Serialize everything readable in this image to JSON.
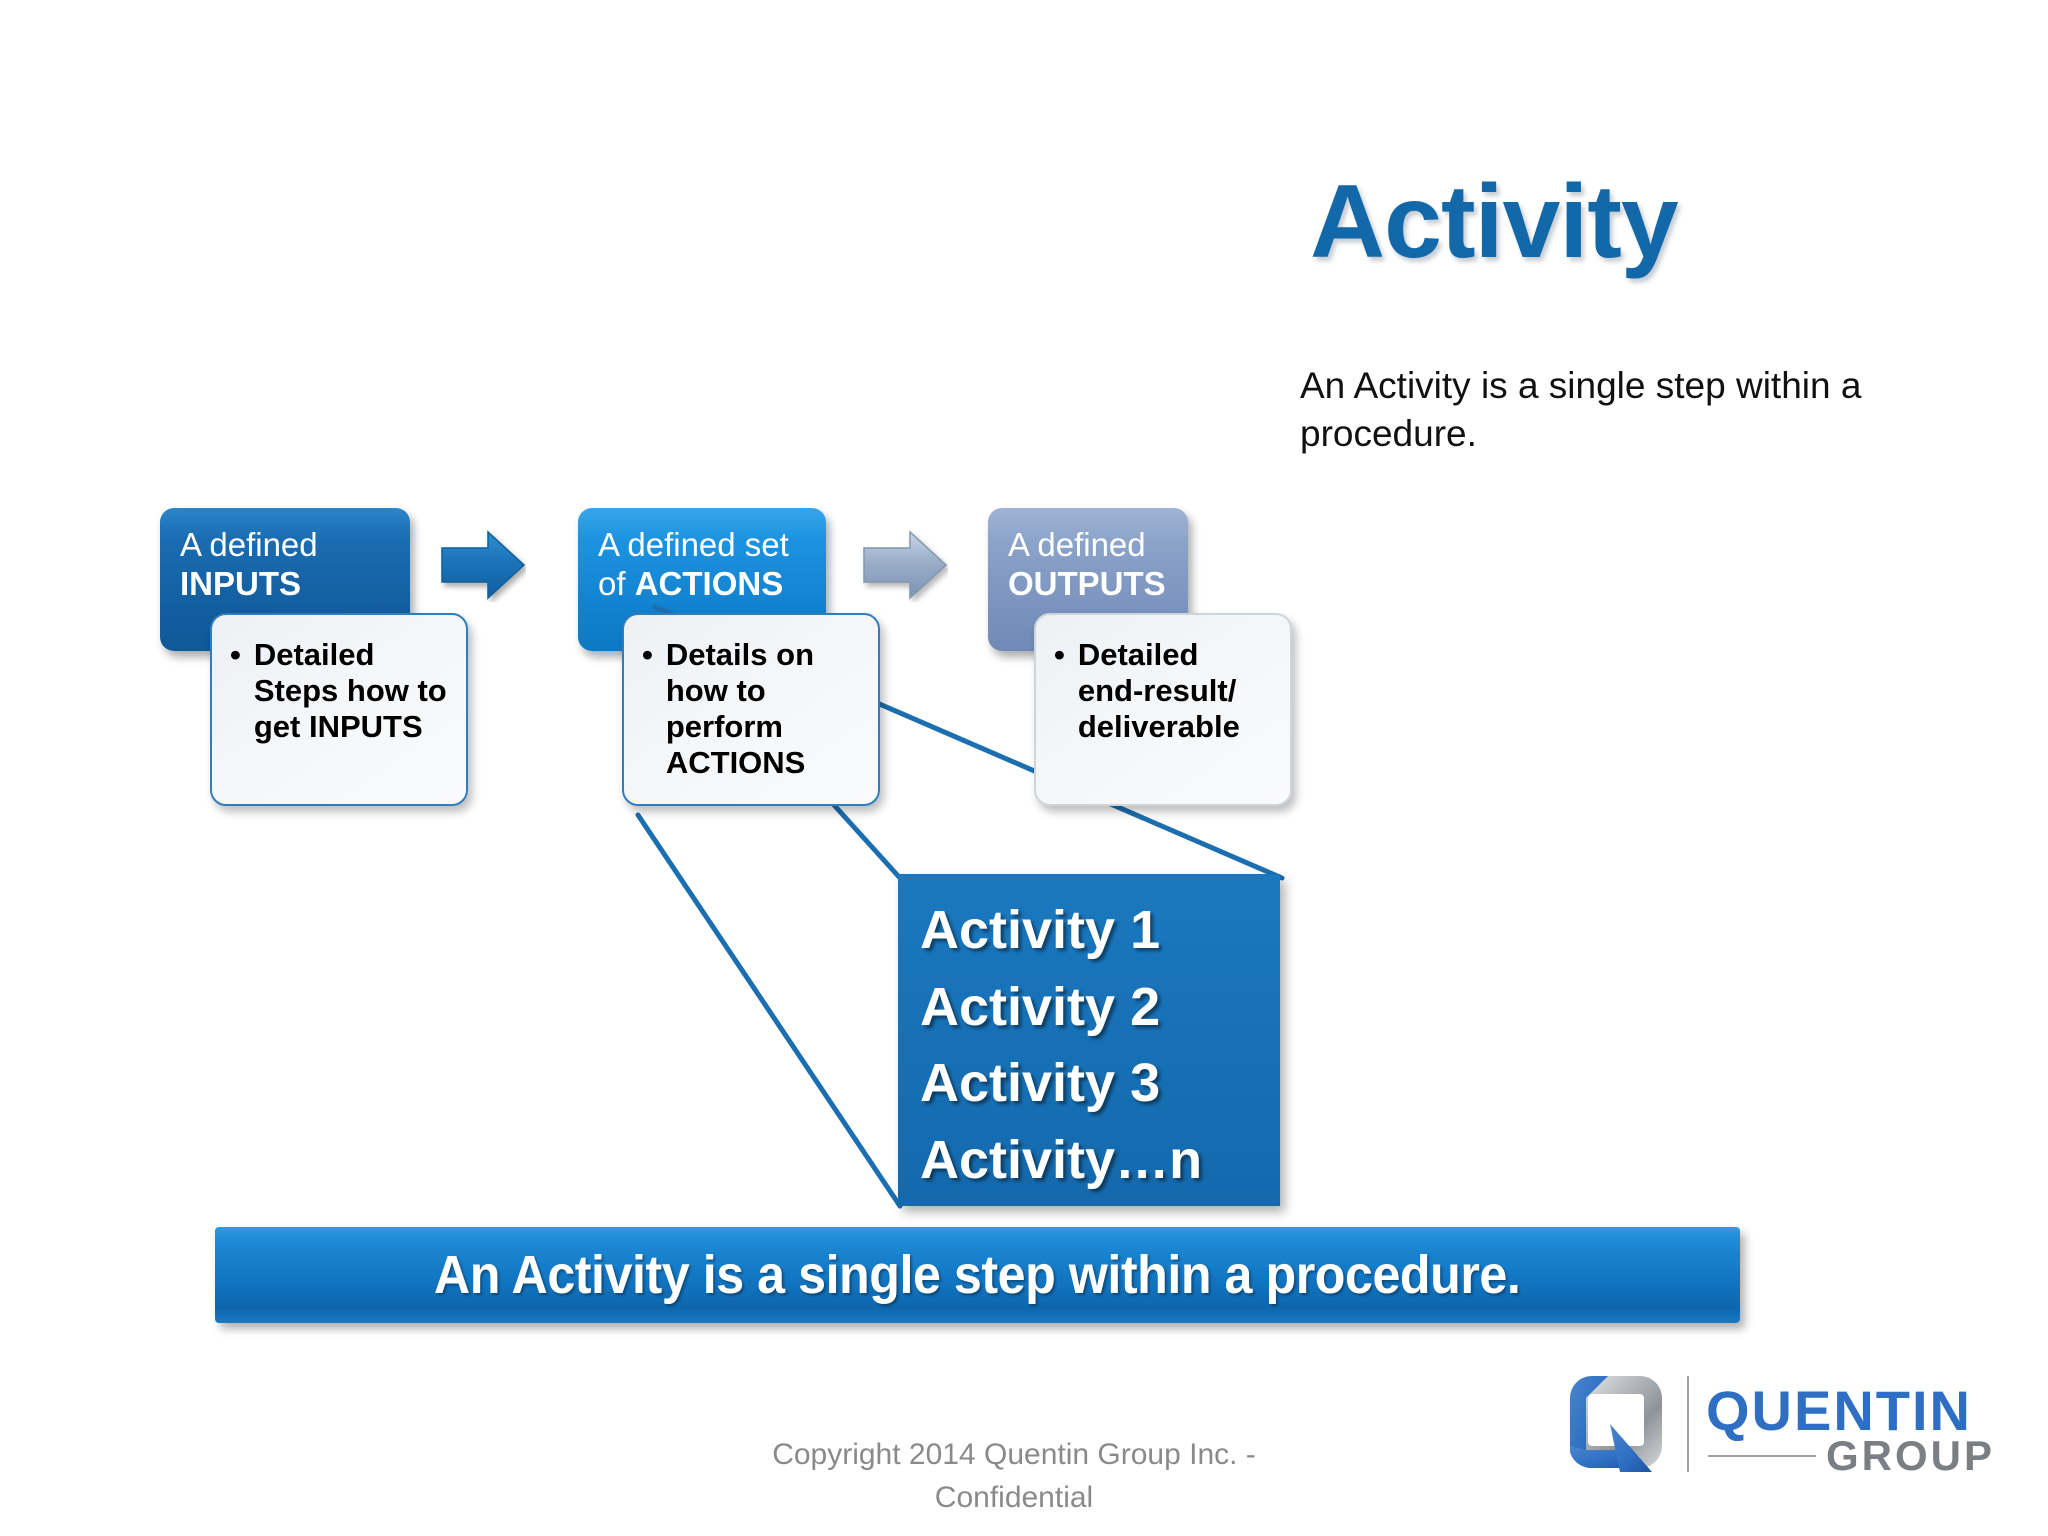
{
  "slide": {
    "title": "Activity",
    "subtitle": "An Activity is a single step within a procedure."
  },
  "process": {
    "boxes": [
      {
        "name": "inputs",
        "lead": "A defined",
        "emphasis": "INPUTS",
        "color": "#1a6cb0",
        "callout": {
          "bullet": "•",
          "text": "Detailed Steps how to get INPUTS",
          "border_color": "#2f7cbe"
        }
      },
      {
        "name": "actions",
        "lead": "A defined set",
        "lead2": "of",
        "emphasis": "ACTIONS",
        "color": "#1d93e0",
        "callout": {
          "bullet": "•",
          "text": "Details on how to perform ACTIONS",
          "border_color": "#2f7cbe"
        }
      },
      {
        "name": "outputs",
        "lead": "A defined",
        "emphasis": "OUTPUTS",
        "color": "#8ba3c9",
        "callout": {
          "bullet": "•",
          "text": "Detailed end-result/ deliverable",
          "border_color": "#cfd4d9"
        }
      }
    ],
    "arrows": [
      {
        "name": "arrow-inputs-to-actions",
        "color": "#1b73b8"
      },
      {
        "name": "arrow-actions-to-outputs",
        "color": "#97a9c4"
      }
    ]
  },
  "activity_list": {
    "items": [
      "Activity 1",
      "Activity 2",
      "Activity 3",
      "Activity…n"
    ],
    "background": "#1772b8"
  },
  "banner": {
    "text": "An Activity is a single step within a procedure.",
    "background": "#1277c4"
  },
  "footer": {
    "line1": "Copyright 2014 Quentin Group Inc. -",
    "line2": "Confidential"
  },
  "logo": {
    "primary_text": "QUENTIN",
    "secondary_text": "GROUP",
    "primary_color": "#2e6fc4",
    "secondary_color": "#7b7f83"
  },
  "connectors": {
    "color": "#1b6fb0",
    "width": 5
  }
}
